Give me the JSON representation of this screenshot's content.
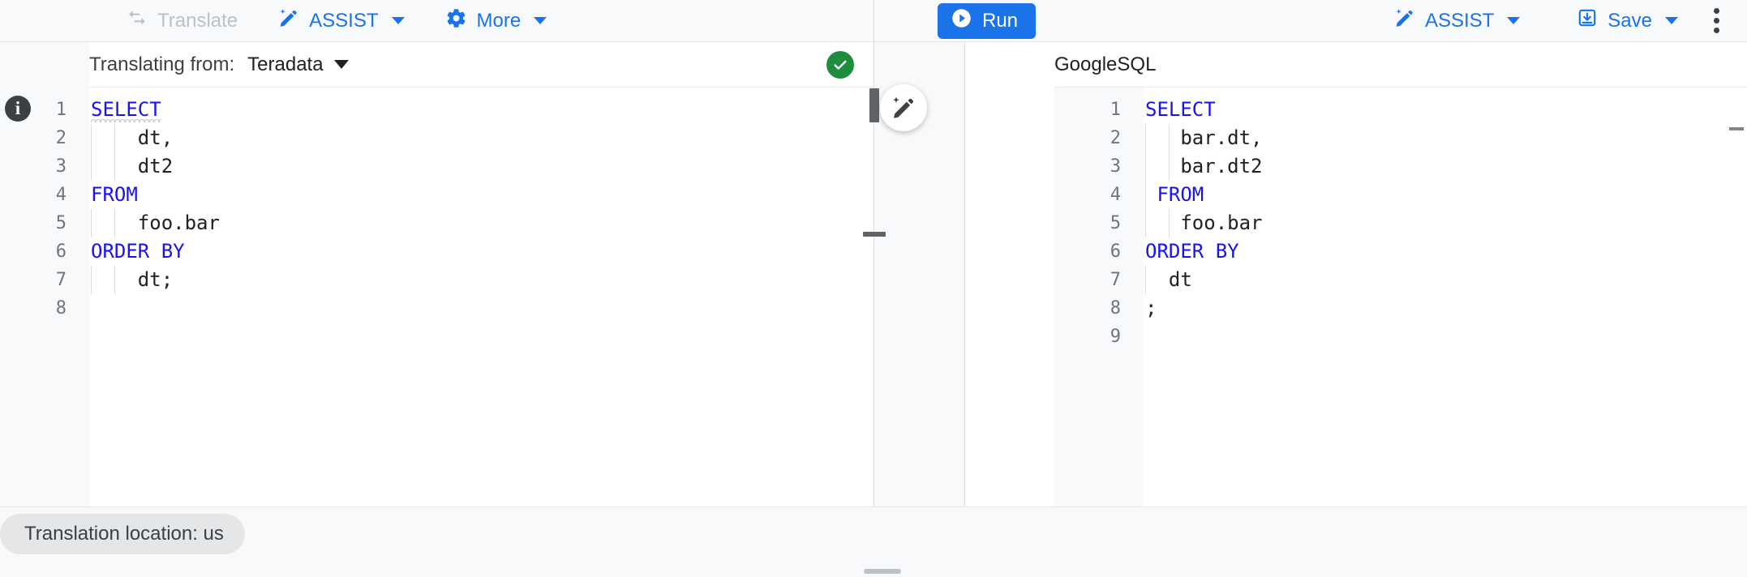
{
  "toolbar": {
    "translate_label": "Translate",
    "translate_icon": "swap-horizontal-icon",
    "assist_left_label": "ASSIST",
    "more_label": "More",
    "more_icon": "gear-icon",
    "run_label": "Run",
    "run_icon": "play-icon",
    "assist_right_label": "ASSIST",
    "assist_icon": "magic-pen-icon",
    "save_label": "Save",
    "save_icon": "save-icon",
    "overflow_icon": "kebab-menu-icon",
    "accent_blue": "#1a73e8",
    "disabled_grey": "#bdc1c6"
  },
  "source_pane": {
    "translating_from_label": "Translating from:",
    "dialect": "Teradata",
    "status_icon": "check-circle-icon",
    "status_color": "#1e8e3e",
    "info_icon": "info-icon",
    "code_lines": [
      {
        "n": "1",
        "text": "SELECT",
        "kw_end": 6,
        "squiggle": true,
        "indent": 0
      },
      {
        "n": "2",
        "text": "    dt,",
        "kw_end": 0,
        "squiggle": false,
        "indent": 2
      },
      {
        "n": "3",
        "text": "    dt2",
        "kw_end": 0,
        "squiggle": false,
        "indent": 2
      },
      {
        "n": "4",
        "text": "FROM",
        "kw_end": 4,
        "squiggle": false,
        "indent": 0
      },
      {
        "n": "5",
        "text": "    foo.bar",
        "kw_end": 0,
        "squiggle": false,
        "indent": 2
      },
      {
        "n": "6",
        "text": "ORDER BY",
        "kw_end": 8,
        "squiggle": false,
        "indent": 0
      },
      {
        "n": "7",
        "text": "    dt;",
        "kw_end": 0,
        "squiggle": false,
        "indent": 2
      },
      {
        "n": "8",
        "text": "",
        "kw_end": 0,
        "squiggle": false,
        "indent": 0
      }
    ]
  },
  "target_pane": {
    "dialect": "GoogleSQL",
    "fab_icon": "magic-pen-icon",
    "code_lines": [
      {
        "n": "1",
        "text": "SELECT",
        "kw_end": 6,
        "indent": 0
      },
      {
        "n": "2",
        "text": "   bar.dt,",
        "kw_end": 0,
        "indent": 2
      },
      {
        "n": "3",
        "text": "   bar.dt2",
        "kw_end": 0,
        "indent": 2
      },
      {
        "n": "4",
        "text": " FROM",
        "kw_end": 5,
        "indent": 1
      },
      {
        "n": "5",
        "text": "   foo.bar",
        "kw_end": 0,
        "indent": 2
      },
      {
        "n": "6",
        "text": "ORDER BY",
        "kw_end": 8,
        "indent": 0
      },
      {
        "n": "7",
        "text": "  dt",
        "kw_end": 0,
        "indent": 1
      },
      {
        "n": "8",
        "text": ";",
        "kw_end": 0,
        "indent": 0
      },
      {
        "n": "9",
        "text": "",
        "kw_end": 0,
        "indent": 0
      }
    ]
  },
  "bottom": {
    "location_chip": "Translation location: us"
  }
}
